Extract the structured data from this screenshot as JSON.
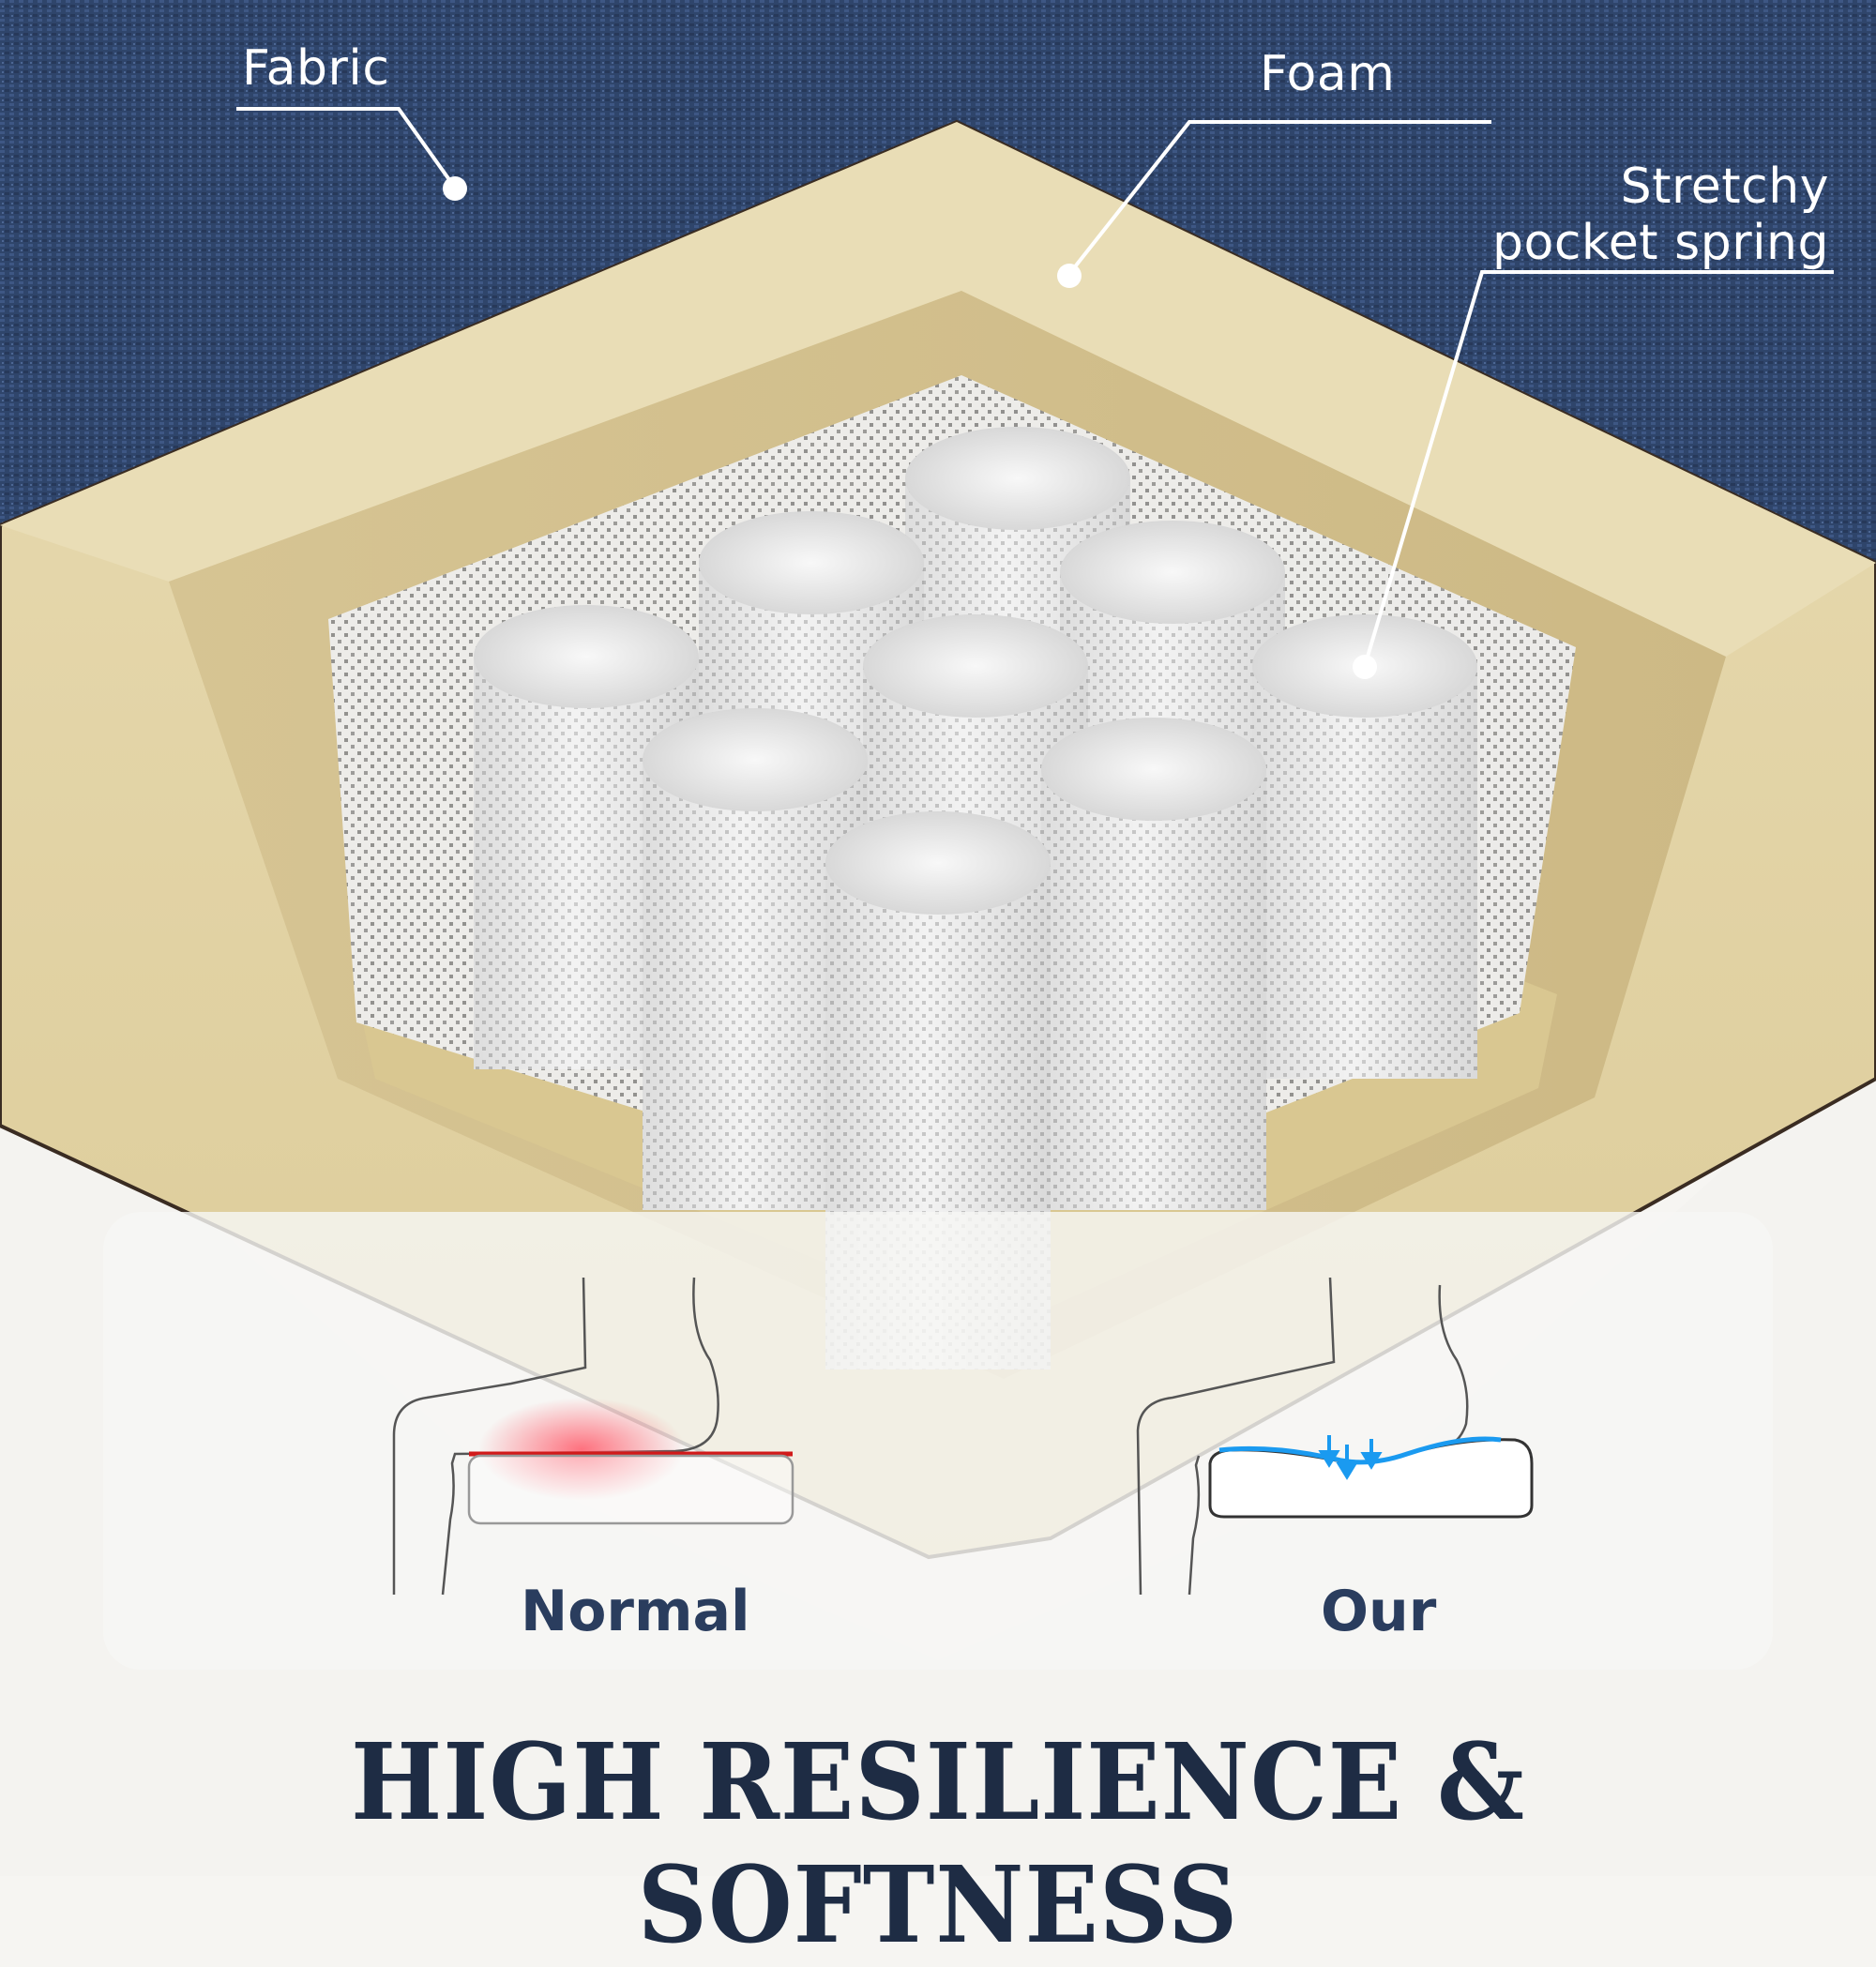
{
  "callouts": {
    "fabric": "Fabric",
    "foam": "Foam",
    "spring_line1": "Stretchy",
    "spring_line2": "pocket spring"
  },
  "comparison": {
    "left_label": "Normal",
    "right_label": "Our",
    "pressure_color": "#d11a1a",
    "support_color": "#1a9af0"
  },
  "headline": "HIGH RESILIENCE & SOFTNESS",
  "colors": {
    "fabric": "#2f456b",
    "foam": "#e2d3a6",
    "spring": "#ececec",
    "text_dark": "#1e2c44",
    "label_blue": "#2a3d5e"
  }
}
